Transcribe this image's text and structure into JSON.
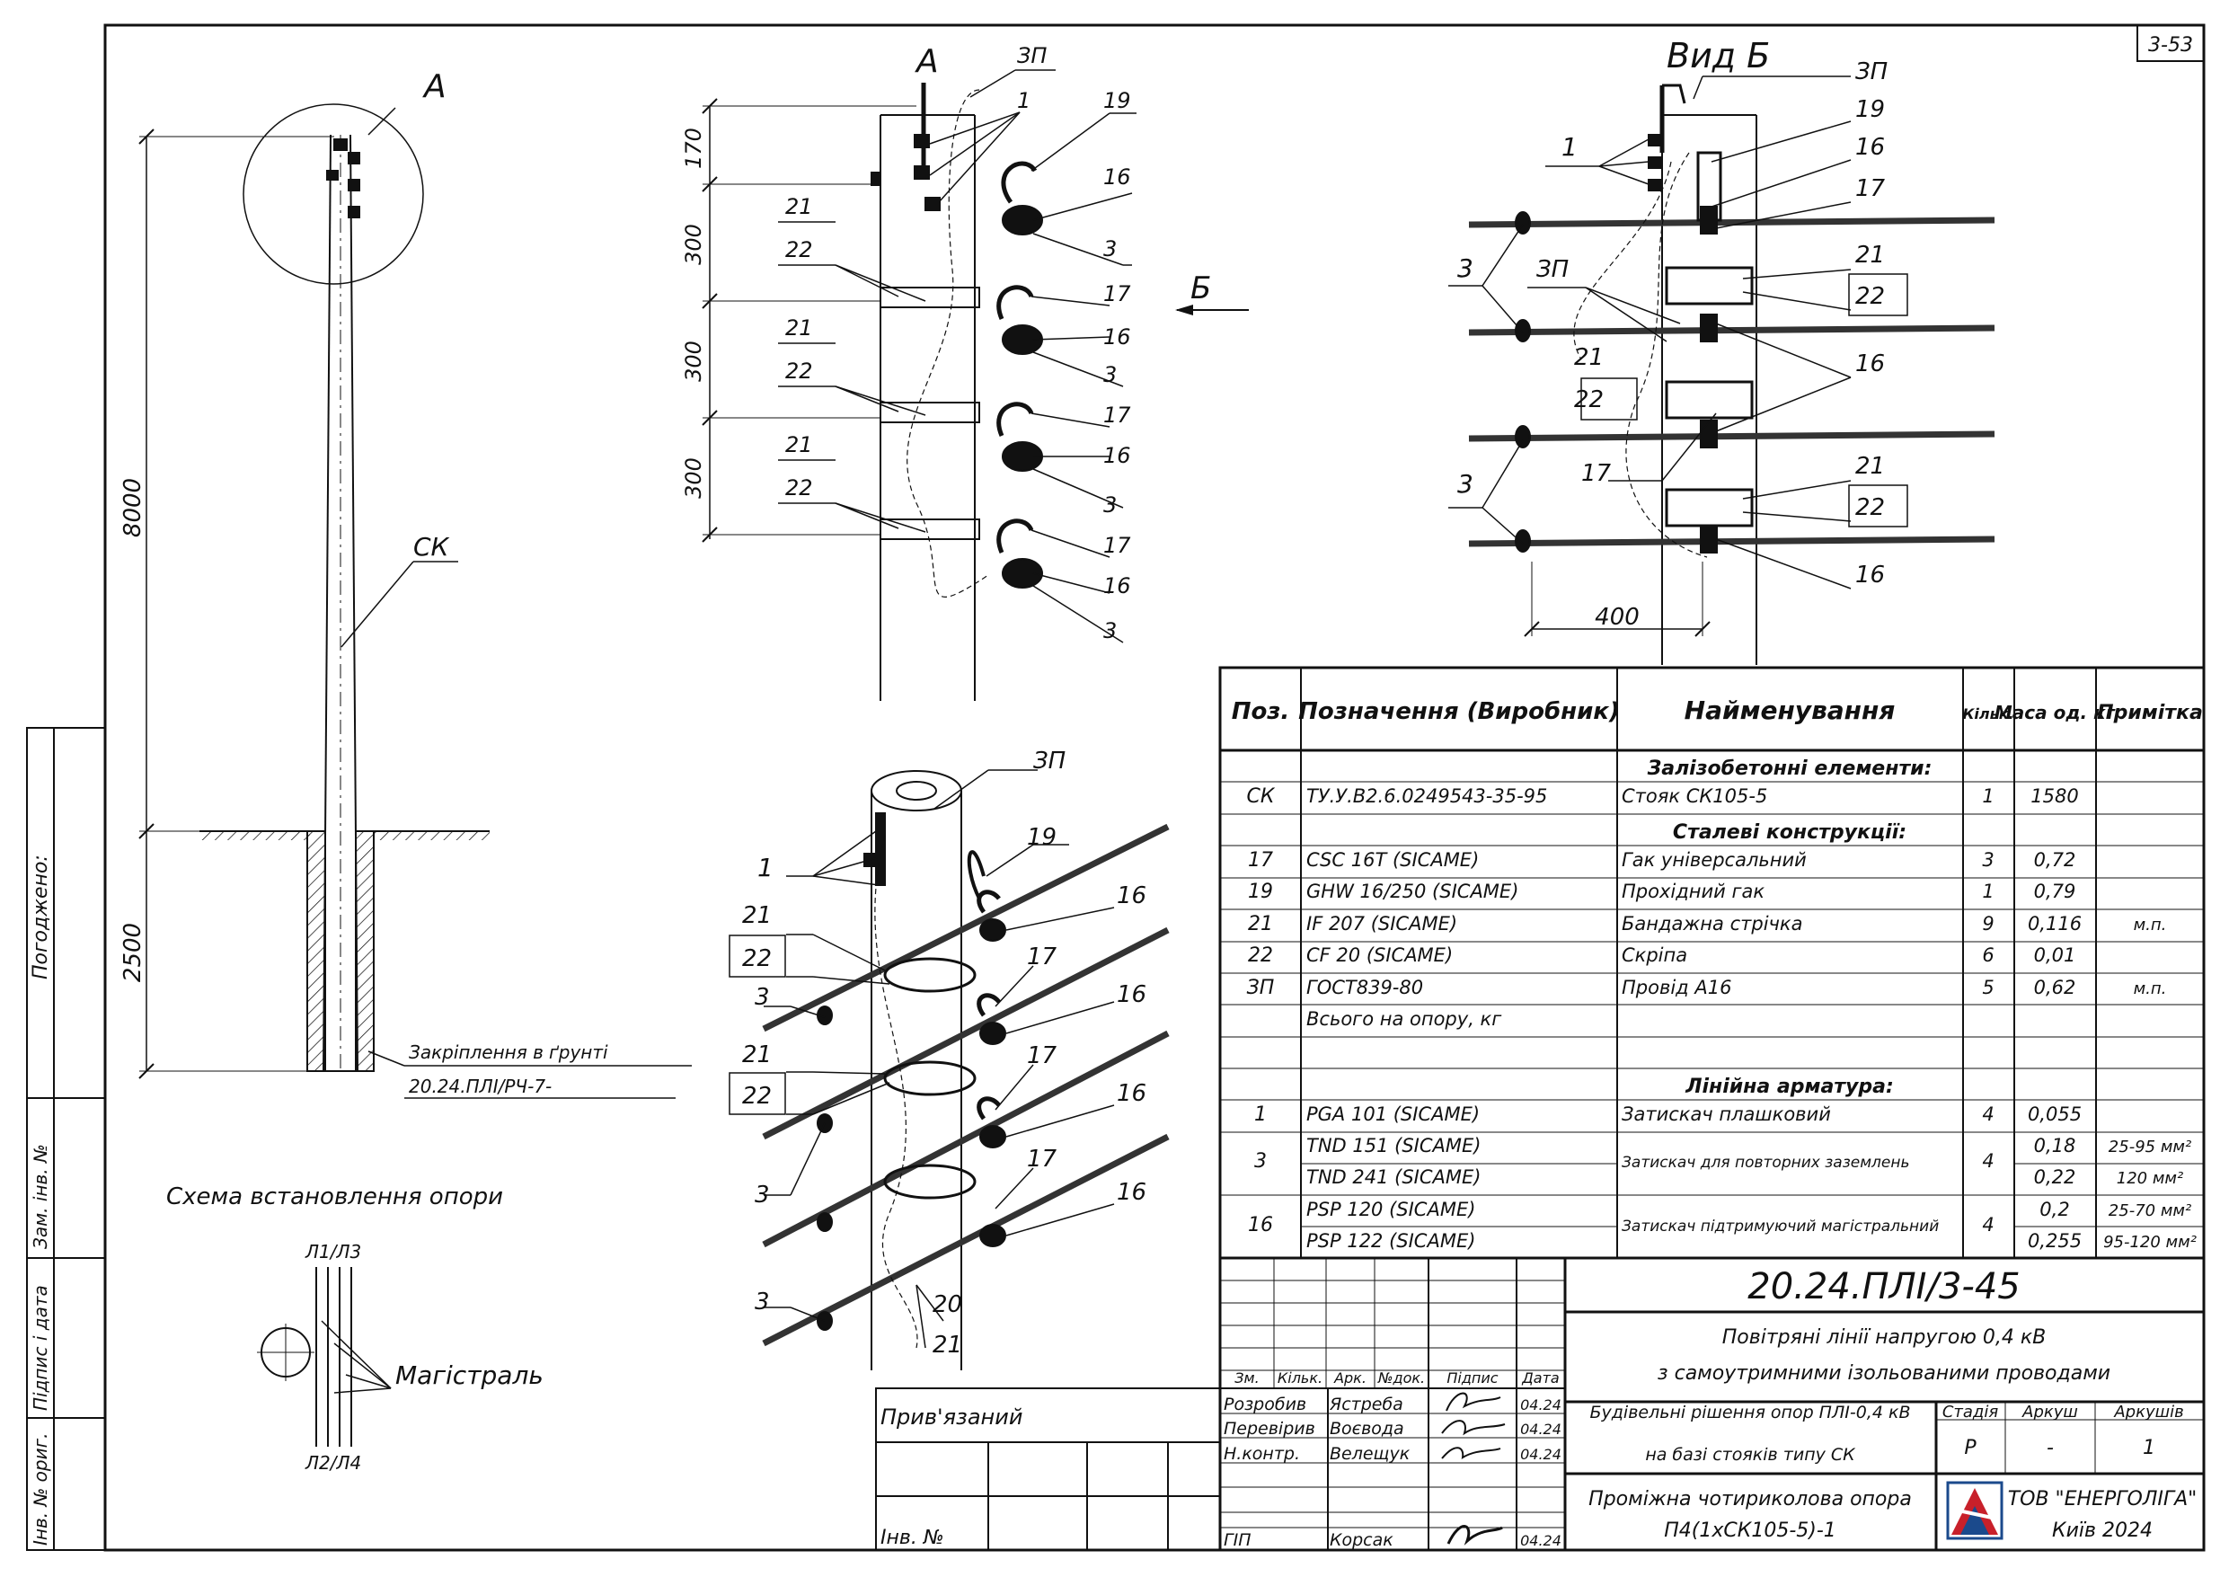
{
  "sheet_code": "3-53",
  "view_a_label": "А",
  "view_b_label": "Вид Б",
  "arrow_b_label": "Б",
  "overview": {
    "circle_label": "А",
    "pole_label": "СК",
    "dim_height": "8000",
    "dim_ground": "2500",
    "ground_note": "Закріплення в ґрунті",
    "ground_ref": "20.24.ПЛІ/РЧ-7-",
    "scheme_title": "Схема встановлення опори",
    "line_top": "Л1/Л3",
    "line_bottom": "Л2/Л4",
    "mainline": "Магістраль"
  },
  "view_a": {
    "dims": [
      "170",
      "300",
      "300",
      "300"
    ],
    "labels": {
      "zp": "ЗП",
      "p1": "1",
      "p19": "19",
      "p16": "16",
      "p3": "3",
      "p17": "17",
      "p21": "21",
      "p22": "22"
    }
  },
  "view_b": {
    "dim_400": "400",
    "labels": {
      "zp": "ЗП",
      "p1": "1",
      "p19": "19",
      "p16": "16",
      "p17": "17",
      "p21": "21",
      "p22": "22",
      "p3": "3"
    }
  },
  "iso": {
    "labels": {
      "zp": "ЗП",
      "p1": "1",
      "p19": "19",
      "p16": "16",
      "p17": "17",
      "p21": "21",
      "p22": "22",
      "p3": "3",
      "p20": "20"
    }
  },
  "left_strip": {
    "agreed": "Погоджено:",
    "inv_replace": "Зам. інв. №",
    "sign_date": "Підпис і дата",
    "inv_orig": "Інв. № ориг."
  },
  "spec_table": {
    "headers": {
      "pos": "Поз.",
      "designation": "Позначення (Виробник)",
      "name": "Найменування",
      "qty": "Кільк.",
      "mass": "Маса од. кг",
      "note": "Примітка"
    },
    "sections": {
      "concrete": "Залізобетонні елементи:",
      "steel": "Сталеві конструкції:",
      "fittings": "Лінійна арматура:"
    },
    "rows": [
      {
        "pos": "СК",
        "designation": "ТУ.У.В2.6.0249543-35-95",
        "name": "Стояк СК105-5",
        "qty": "1",
        "mass": "1580",
        "note": ""
      },
      {
        "pos": "17",
        "designation": "CSC 16T  (SICAME)",
        "name": "Гак універсальний",
        "qty": "3",
        "mass": "0,72",
        "note": ""
      },
      {
        "pos": "19",
        "designation": "GHW 16/250  (SICAME)",
        "name": "Прохідний гак",
        "qty": "1",
        "mass": "0,79",
        "note": ""
      },
      {
        "pos": "21",
        "designation": "IF 207  (SICAME)",
        "name": "Бандажна стрічка",
        "qty": "9",
        "mass": "0,116",
        "note": "м.п."
      },
      {
        "pos": "22",
        "designation": "CF 20  (SICAME)",
        "name": "Скріпа",
        "qty": "6",
        "mass": "0,01",
        "note": ""
      },
      {
        "pos": "ЗП",
        "designation": "ГОСТ839-80",
        "name": "Провід А16",
        "qty": "5",
        "mass": "0,62",
        "note": "м.п."
      },
      {
        "pos": "",
        "designation": "Всього на опору, кг",
        "name": "",
        "qty": "",
        "mass": "",
        "note": ""
      },
      {
        "pos": "1",
        "designation": "PGA 101  (SICAME)",
        "name": "Затискач плашковий",
        "qty": "4",
        "mass": "0,055",
        "note": ""
      },
      {
        "pos": "3",
        "designation": "TND 151  (SICAME)",
        "name": "Затискач для повторних заземлень",
        "qty": "4",
        "mass": "0,18",
        "note": "25-95 мм²"
      },
      {
        "pos": "",
        "designation": "TND 241  (SICAME)",
        "name": "",
        "qty": "",
        "mass": "0,22",
        "note": "120 мм²"
      },
      {
        "pos": "16",
        "designation": "PSP 120  (SICAME)",
        "name": "Затискач підтримуючий магістральний",
        "qty": "4",
        "mass": "0,2",
        "note": "25-70 мм²"
      },
      {
        "pos": "",
        "designation": "PSP 122  (SICAME)",
        "name": "",
        "qty": "",
        "mass": "0,255",
        "note": "95-120 мм²"
      }
    ]
  },
  "title_block": {
    "doc_code": "20.24.ПЛІ/3-45",
    "project_line1": "Повітряні лінії напругою 0,4 кВ",
    "project_line2": "з самоутримними ізольованими проводами",
    "section_line1": "Будівельні рішення опор ПЛІ-0,4 кВ",
    "section_line2": "на базі стояків типу СК",
    "drawing_line1": "Проміжна чотириколова опора",
    "drawing_line2": "П4(1хСК105-5)-1",
    "company": "ТОВ \"ЕНЕРГОЛІГА\"",
    "city_year": "Київ 2024",
    "col_headers": [
      "Зм.",
      "Кільк.",
      "Арк.",
      "№док.",
      "Підпис",
      "Дата"
    ],
    "stage_header": "Стадія",
    "sheet_header": "Аркуш",
    "sheets_header": "Аркушів",
    "stage": "Р",
    "sheet": "-",
    "sheets": "1",
    "tied": "Прив'язаний",
    "inv_no": "Інв. №",
    "people": [
      {
        "role": "Розробив",
        "name": "Ястреба",
        "date": "04.24"
      },
      {
        "role": "Перевірив",
        "name": "Воєвода",
        "date": "04.24"
      },
      {
        "role": "Н.контр.",
        "name": "Велещук",
        "date": "04.24"
      },
      {
        "role": "ГІП",
        "name": "Корсак",
        "date": "04.24"
      }
    ]
  }
}
